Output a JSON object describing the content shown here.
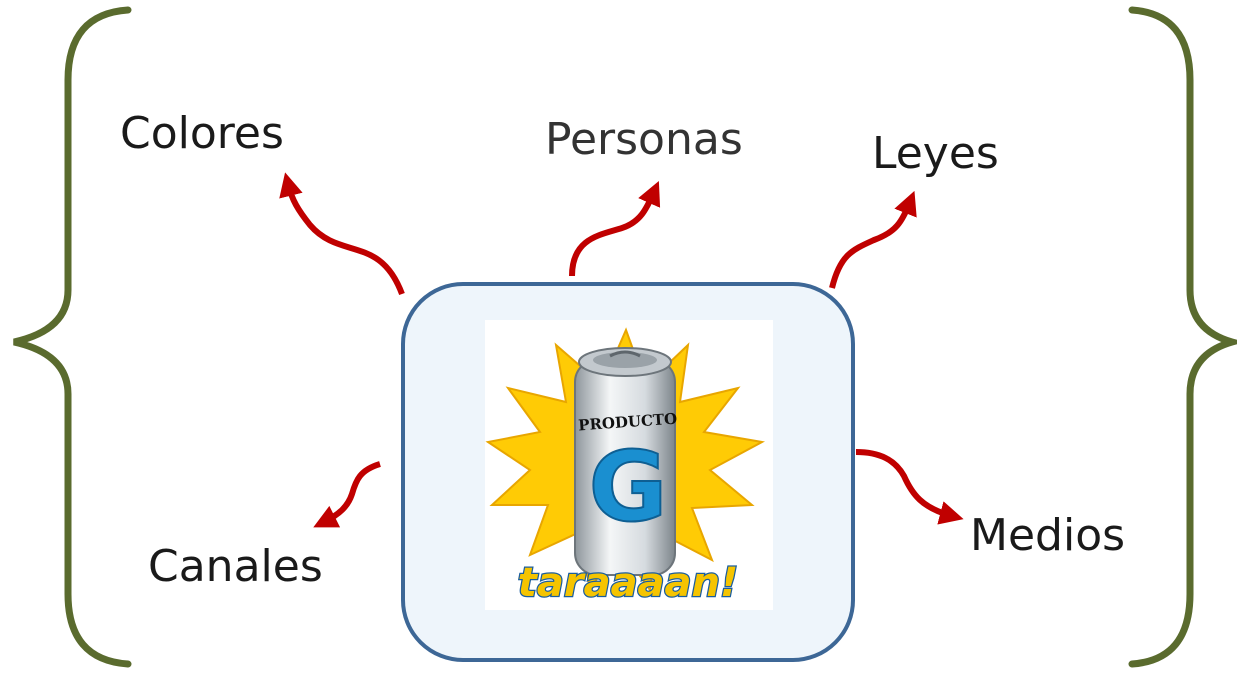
{
  "colors": {
    "brace": "#5a6b2e",
    "arrow": "#c00000",
    "box_border": "#3d6796",
    "box_fill": "#eef5fb",
    "sun": "#ffcb05",
    "can": "#c9cfd4",
    "logo_blue": "#1a8fd0",
    "tagline_fill": "#f5c400",
    "tagline_stroke": "#1a5d9e"
  },
  "diagram": {
    "center": {
      "product_label": "PRODUCTO",
      "logo_letter": "G",
      "tagline": "taraaaan!"
    },
    "labels": {
      "colores": "Colores",
      "personas": "Personas",
      "leyes": "Leyes",
      "canales": "Canales",
      "medios": "Medios"
    }
  }
}
